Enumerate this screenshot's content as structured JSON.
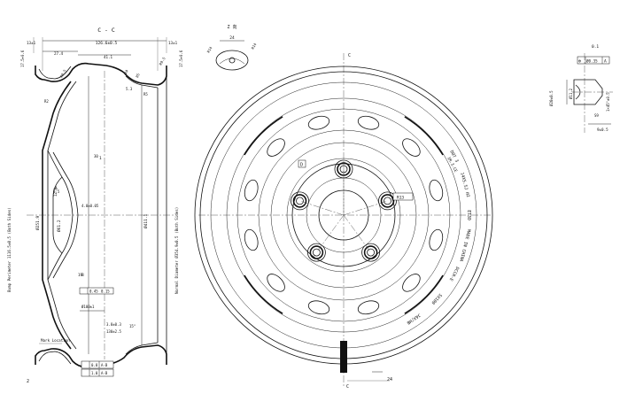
{
  "section_cc": {
    "title": "C - C",
    "dims": {
      "total_width": "126.6±0.5",
      "flange_left": "13±1",
      "flange_right": "13±1",
      "flange_h_left": "17.5+0.6",
      "flange_h_right": "17.5+0.6",
      "seat_left": "27.4",
      "seat_mid": "41.1",
      "r_a": "R9.5",
      "r_b": "R9.5",
      "r_c": "R4",
      "r_d": "R5",
      "r_e": "R5",
      "r_f": "R2",
      "inner_dia": "Ø251.9",
      "bore_dia": "Ø61.2",
      "dia_411": "Ø411.1",
      "offset": "12.3",
      "hole_h": "9.5",
      "dim_19": "19",
      "dim_53": "5.3",
      "dim_30": "30",
      "dim_40": "4.0±0.05",
      "pcd": "Ø100±1",
      "tol_045": "0.45",
      "tol_015": "0.15",
      "dim_38": "3.8±0.3",
      "dim_130": "130±2.5",
      "ang_15": "15°",
      "tol_box1a": "0.8",
      "tol_box1b": "A-B",
      "tol_box2a": "1.0",
      "tol_box2b": "A-B",
      "mark_location": "Mark Location",
      "label_a": "A",
      "label_b": "B",
      "label_one": "1",
      "label_two": "2",
      "left_vertical": "Bump Perimeter 1116.5±0.5 (Both Sides)",
      "right_vertical": "Normal Diameter Ø354.9±0.5 (Both Sides)"
    }
  },
  "detail_z": {
    "title": "Z 向",
    "w": "24",
    "r1": "R14",
    "r2": "R14"
  },
  "front_view": {
    "label_c_top": "C",
    "label_c_bottom": "C",
    "label_24": "24",
    "label_dd": "D",
    "bolt_r": "R13",
    "mark_lines": [
      "DOT 3",
      "14X5.5J H2",
      "ET30",
      "MADE IN CHINA",
      "DCCR-E",
      "5X100",
      "JAX/HB"
    ],
    "mark_extra": "1M.3.CE"
  },
  "detail_right": {
    "top_label": "0.1",
    "frame_a": "⊕",
    "frame_b": "Ø0.35",
    "frame_c": "A",
    "dia_left": "Ø20±0.5",
    "dia_in": "Ø11.2",
    "dim_right": "1×45°±0.5",
    "dim_bottom": "9±0.5",
    "ang": "S9"
  }
}
